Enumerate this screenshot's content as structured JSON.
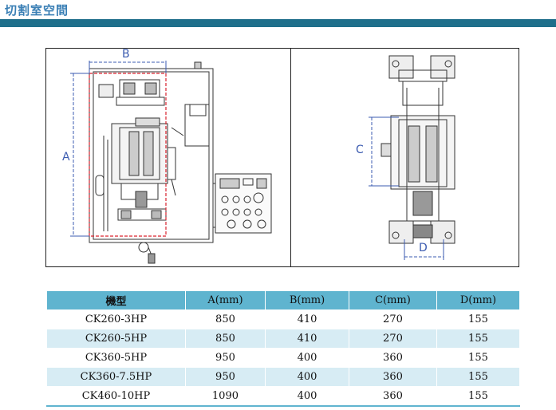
{
  "header": {
    "title": "切割室空間"
  },
  "drawing": {
    "label_a": "A",
    "label_b": "B",
    "label_c": "C",
    "label_d": "D"
  },
  "table": {
    "headers": [
      "機型",
      "A(mm)",
      "B(mm)",
      "C(mm)",
      "D(mm)"
    ],
    "rows": [
      [
        "CK260-3HP",
        "850",
        "410",
        "270",
        "155"
      ],
      [
        "CK260-5HP",
        "850",
        "410",
        "270",
        "155"
      ],
      [
        "CK360-5HP",
        "950",
        "400",
        "360",
        "155"
      ],
      [
        "CK360-7.5HP",
        "950",
        "400",
        "360",
        "155"
      ],
      [
        "CK460-10HP",
        "1090",
        "400",
        "360",
        "155"
      ]
    ]
  }
}
